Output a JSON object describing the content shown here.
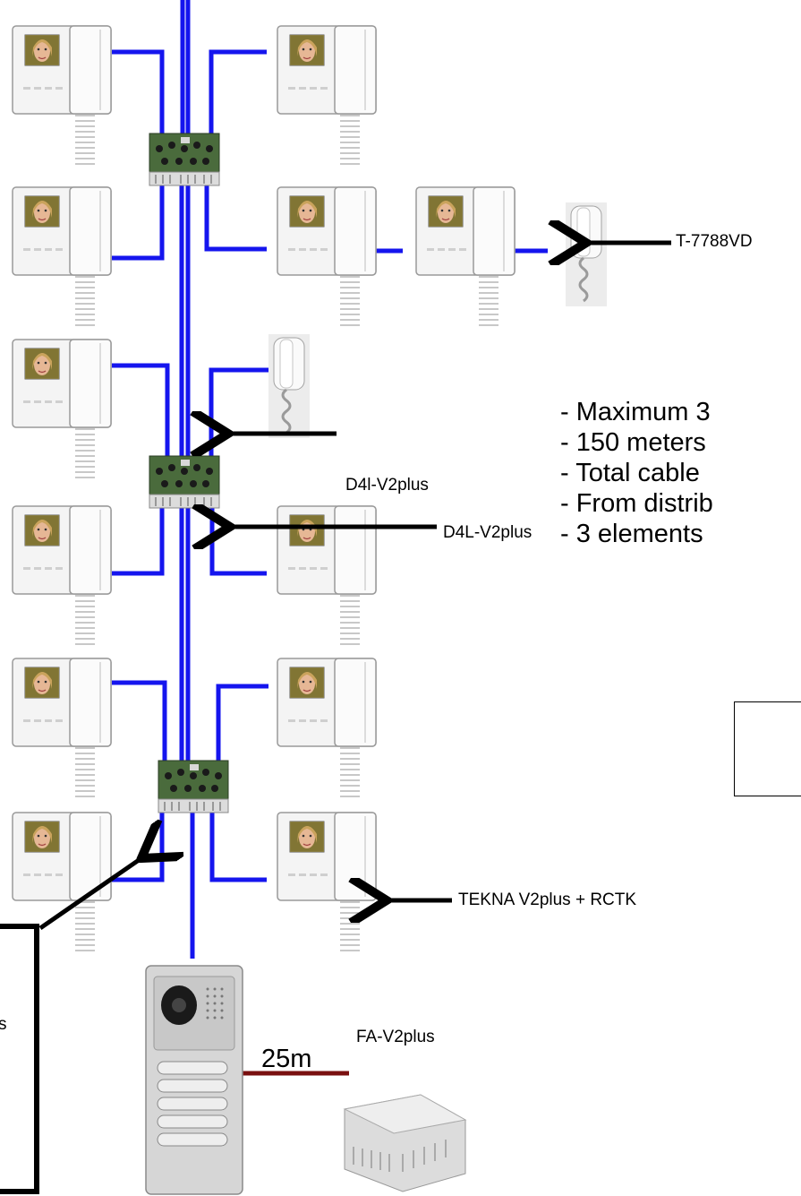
{
  "labels": {
    "handset_model": "T-7788VD",
    "distributor_1": "D4l-V2plus",
    "distributor_2": "D4L-V2plus",
    "monitor_model": "TEKNA V2plus + RCTK",
    "power_supply": "FA-V2plus",
    "cable_length": "25m",
    "left_box_text": "s"
  },
  "bullets": [
    "- Maximum 3",
    "- 150 meters",
    "- Total cable",
    "- From distrib",
    "- 3 elements"
  ],
  "colors": {
    "bus_cable": "#1515ee",
    "power_cable": "#7a1010",
    "arrow": "#000000"
  }
}
